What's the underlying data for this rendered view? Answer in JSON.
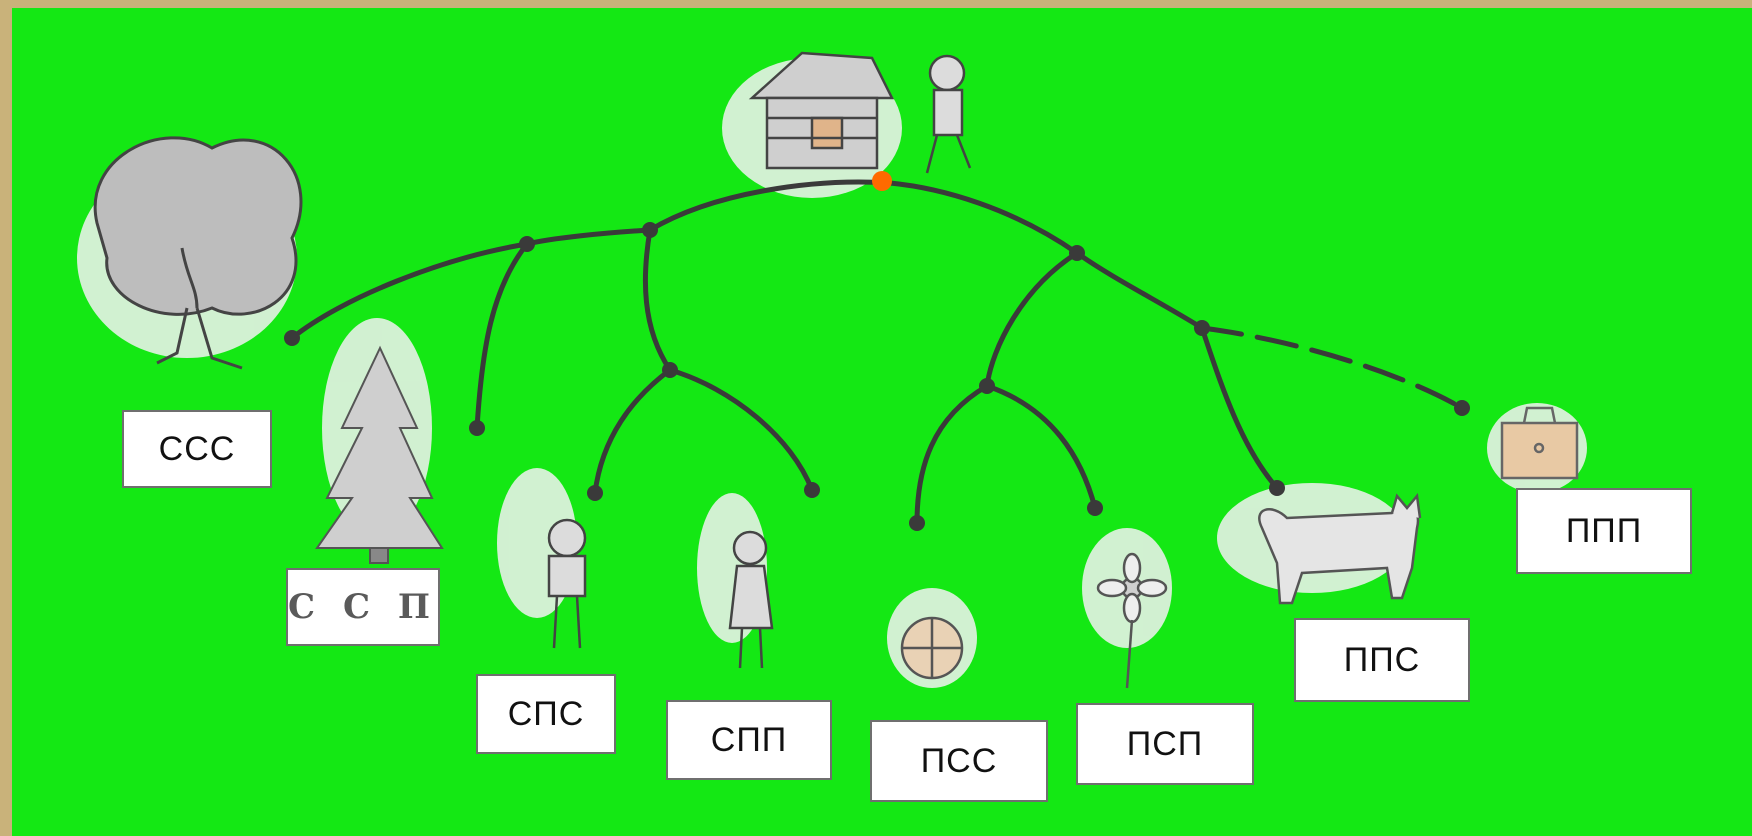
{
  "diagram": {
    "labels": {
      "sss": "ССС",
      "ssp": "С С П",
      "sps": "СПС",
      "spp": "СПП",
      "pss": "ПСС",
      "psp": "ПСП",
      "pps": "ППС",
      "ppp": "ППП"
    },
    "pictures": {
      "house": "house-icon",
      "walking_boy": "boy-icon",
      "oak_tree": "tree-icon",
      "fir_tree": "fir-tree-icon",
      "small_boy": "boy-icon",
      "girl": "girl-icon",
      "ball": "ball-icon",
      "flower": "flower-icon",
      "cat": "cat-icon",
      "briefcase": "briefcase-icon"
    },
    "colors": {
      "background": "#14e814",
      "path": "#3a3a3a",
      "start_dot": "#ff6a00",
      "box_fill": "#ffffff",
      "box_border": "#6f6f6f"
    }
  }
}
